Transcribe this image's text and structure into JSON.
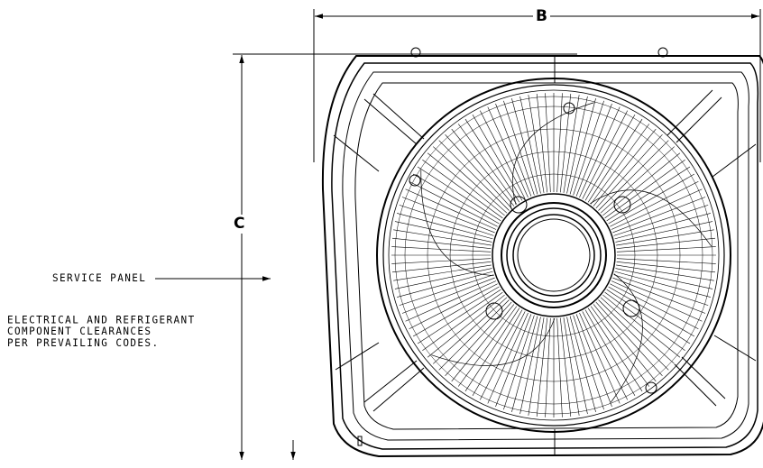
{
  "dimensions": {
    "width_label": "B",
    "height_label": "C"
  },
  "callouts": {
    "service_panel": "SERVICE PANEL",
    "clearance_note": [
      "ELECTRICAL AND REFRIGERANT",
      "COMPONENT CLEARANCES",
      "PER PREVAILING CODES."
    ]
  },
  "colors": {
    "line": "#000000",
    "background": "#ffffff"
  }
}
